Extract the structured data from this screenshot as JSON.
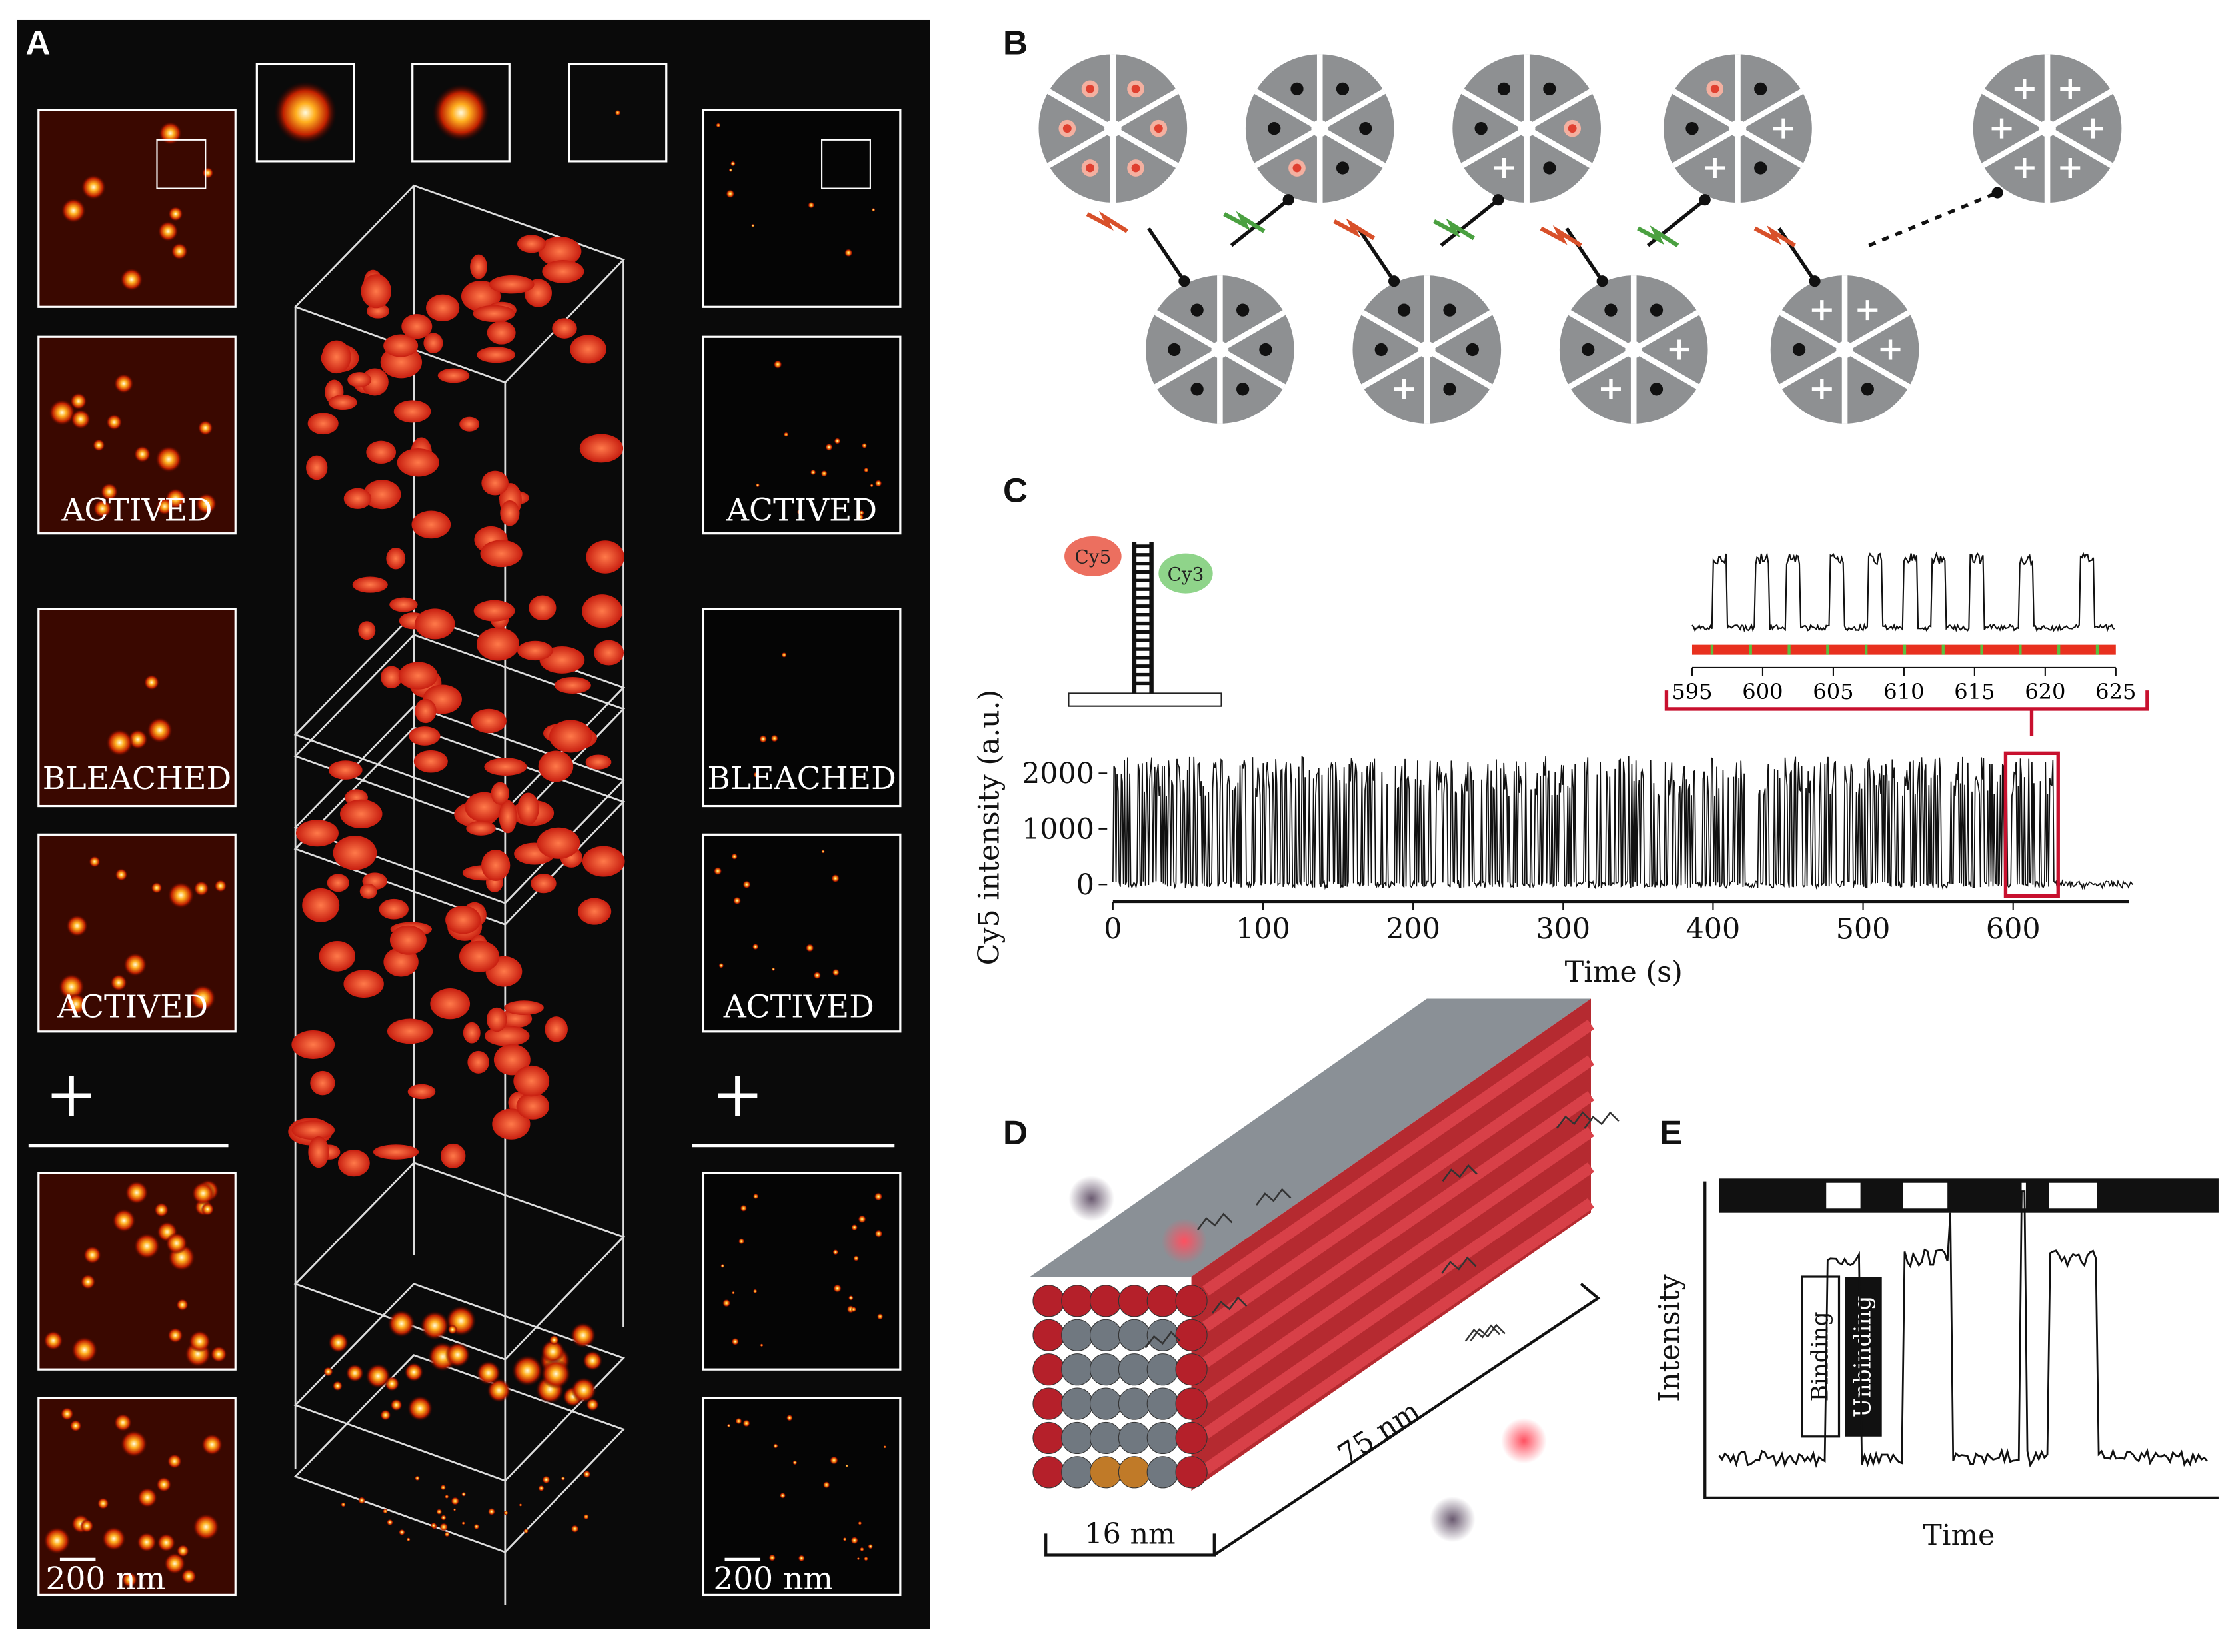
{
  "panels": {
    "a": {
      "label": "A",
      "left_labels": [
        "ACTIVED",
        "BLEACHED",
        "ACTIVED"
      ],
      "right_labels": [
        "ACTIVED",
        "BLEACHED",
        "ACTIVED"
      ],
      "plus": "+",
      "scale_bar_left": "200 nm",
      "scale_bar_right": "200 nm"
    },
    "b": {
      "label": "B"
    },
    "c": {
      "label": "C",
      "cy5": "Cy5",
      "cy3": "Cy3"
    },
    "d": {
      "label": "D",
      "width_label": "16 nm",
      "length_label": "75 nm"
    },
    "e": {
      "label": "E",
      "binding": "Binding",
      "unbinding": "Unbinding",
      "ylabel": "Intensity",
      "xlabel": "Time"
    }
  },
  "colors": {
    "accent_red": "#c8102e",
    "hot": "#ff5a1f",
    "wheel": "#8e9092"
  },
  "chart_data": {
    "type": "line",
    "title": "",
    "xlabel": "Time (s)",
    "ylabel": "Cy5 intensity (a.u.)",
    "xlim": [
      0,
      680
    ],
    "ylim": [
      -300,
      2800
    ],
    "x_ticks": [
      0,
      100,
      200,
      300,
      400,
      500,
      600
    ],
    "y_ticks": [
      0,
      1000,
      2000
    ],
    "baseline": 0,
    "peak_level": 2100,
    "blinking_until_s": 630,
    "highlight_window": [
      595,
      630
    ],
    "inset": {
      "x_ticks": [
        595,
        600,
        605,
        610,
        615,
        620,
        625
      ],
      "bursts_s": [
        596.5,
        599.5,
        601.7,
        604.8,
        607.5,
        610.0,
        612.0,
        614.7,
        618.2,
        622.5
      ]
    }
  }
}
